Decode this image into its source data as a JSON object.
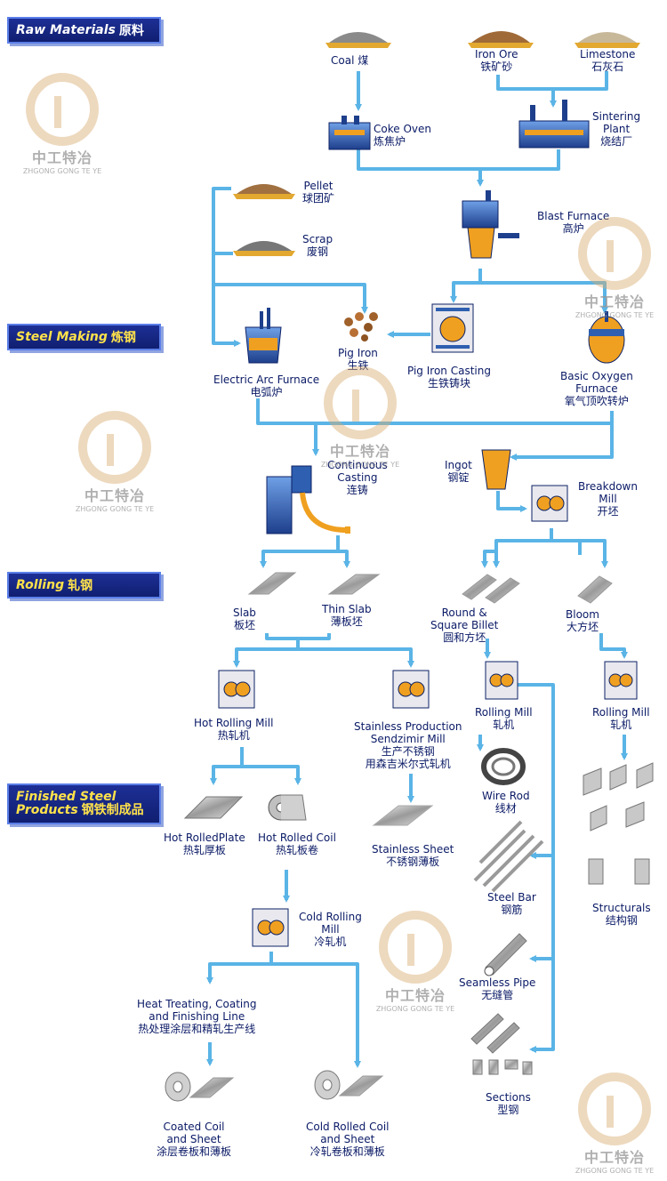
{
  "sections": {
    "raw_materials": {
      "en": "Raw Materials",
      "cn": "原料"
    },
    "steel_making": {
      "en": "Steel Making",
      "cn": "炼钢"
    },
    "rolling": {
      "en": "Rolling",
      "cn": "轧钢"
    },
    "finished": {
      "en1": "Finished Steel",
      "en2": "Products",
      "cn": "钢铁制成品"
    }
  },
  "nodes": {
    "coal": {
      "en": "Coal",
      "cn": "煤"
    },
    "iron_ore": {
      "en": "Iron Ore",
      "cn": "铁矿砂"
    },
    "limestone": {
      "en": "Limestone",
      "cn": "石灰石"
    },
    "coke_oven": {
      "en": "Coke Oven",
      "cn": "炼焦炉"
    },
    "sintering": {
      "en1": "Sintering",
      "en2": "Plant",
      "cn": "烧结厂"
    },
    "pellet": {
      "en": "Pellet",
      "cn": "球团矿"
    },
    "scrap": {
      "en": "Scrap",
      "cn": "废钢"
    },
    "blast_furnace": {
      "en": "Blast Furnace",
      "cn": "高炉"
    },
    "pig_iron": {
      "en": "Pig Iron",
      "cn": "生铁"
    },
    "pig_iron_casting": {
      "en": "Pig Iron Casting",
      "cn": "生铁铸块"
    },
    "eaf": {
      "en": "Electric Arc Furnace",
      "cn": "电弧炉"
    },
    "bof": {
      "en1": "Basic Oxygen",
      "en2": "Furnace",
      "cn": "氧气顶吹转炉"
    },
    "continuous_casting": {
      "en1": "Continuous",
      "en2": "Casting",
      "cn": "连铸"
    },
    "ingot": {
      "en": "Ingot",
      "cn": "钢锭"
    },
    "breakdown_mill": {
      "en1": "Breakdown",
      "en2": "Mill",
      "cn": "开坯"
    },
    "slab": {
      "en": "Slab",
      "cn": "板坯"
    },
    "thin_slab": {
      "en": "Thin Slab",
      "cn": "薄板坯"
    },
    "billet": {
      "en1": "Round &",
      "en2": "Square Billet",
      "cn": "圆和方坯"
    },
    "bloom": {
      "en": "Bloom",
      "cn": "大方坯"
    },
    "hot_rolling_mill": {
      "en": "Hot Rolling Mill",
      "cn": "热轧机"
    },
    "stainless_production": {
      "en1": "Stainless Production",
      "en2": "Sendzimir Mill",
      "cn1": "生产不锈钢",
      "cn2": "用森吉米尔式轧机"
    },
    "rolling_mill_1": {
      "en": "Rolling Mill",
      "cn": "轧机"
    },
    "rolling_mill_2": {
      "en": "Rolling Mill",
      "cn": "轧机"
    },
    "hot_rolled_plate": {
      "en": "Hot RolledPlate",
      "cn": "热轧厚板"
    },
    "hot_rolled_coil": {
      "en": "Hot Rolled Coil",
      "cn": "热轧板卷"
    },
    "stainless_sheet": {
      "en": "Stainless Sheet",
      "cn": "不锈钢薄板"
    },
    "wire_rod": {
      "en": "Wire Rod",
      "cn": "线材"
    },
    "steel_bar": {
      "en": "Steel Bar",
      "cn": "钢筋"
    },
    "structurals": {
      "en": "Structurals",
      "cn": "结构钢"
    },
    "cold_rolling_mill": {
      "en1": "Cold Rolling",
      "en2": "Mill",
      "cn": "冷轧机"
    },
    "seamless_pipe": {
      "en": "Seamless Pipe",
      "cn": "无缝管"
    },
    "heat_treating": {
      "en1": "Heat Treating, Coating",
      "en2": "and Finishing Line",
      "cn": "热处理涂层和精轧生产线"
    },
    "sections": {
      "en": "Sections",
      "cn": "型钢"
    },
    "coated_coil": {
      "en1": "Coated Coil",
      "en2": "and Sheet",
      "cn": "涂层卷板和薄板"
    },
    "cold_rolled_coil": {
      "en1": "Cold Rolled Coil",
      "en2": "and Sheet",
      "cn": "冷轧卷板和薄板"
    }
  },
  "watermark": {
    "cn": "中工特冶",
    "en": "ZHGONG GONG TE YE"
  },
  "colors": {
    "arrow": "#5ab4e6",
    "banner": "#13237a",
    "text": "#0a1a66",
    "machine_blue": "#2e5fb0",
    "machine_orange": "#f0a020"
  }
}
